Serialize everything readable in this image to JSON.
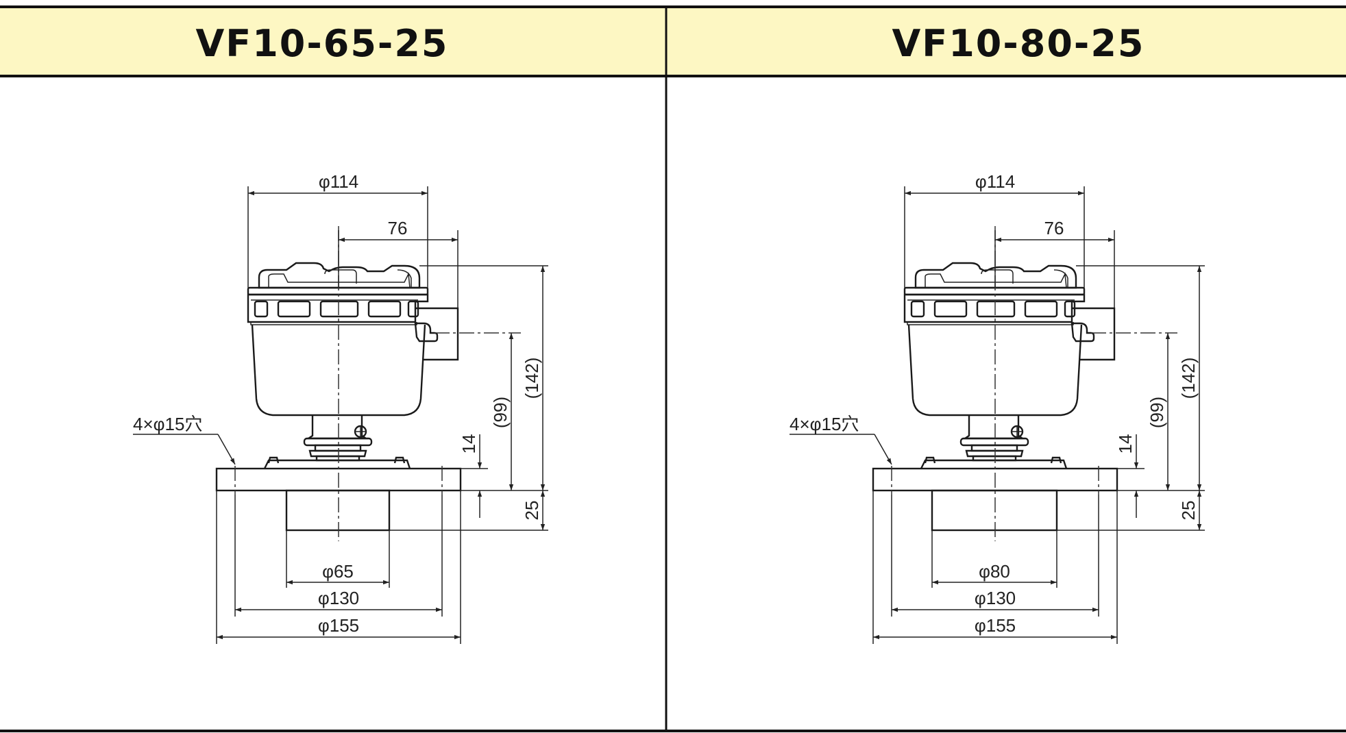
{
  "panels": [
    {
      "model": "VF10-65-25",
      "dims": {
        "head_diameter": "φ114",
        "conduit_offset": "76",
        "overall_height": "(142)",
        "conduit_height": "(99)",
        "flange_to_clamp": "14",
        "nozzle_length": "25",
        "nozzle_diameter": "φ65",
        "bolt_circle": "φ130",
        "flange_diameter": "φ155",
        "holes": "4×φ15穴"
      }
    },
    {
      "model": "VF10-80-25",
      "dims": {
        "head_diameter": "φ114",
        "conduit_offset": "76",
        "overall_height": "(142)",
        "conduit_height": "(99)",
        "flange_to_clamp": "14",
        "nozzle_length": "25",
        "nozzle_diameter": "φ80",
        "bolt_circle": "φ130",
        "flange_diameter": "φ155",
        "holes": "4×φ15穴"
      }
    }
  ],
  "colors": {
    "header_bg": "#FDF7C3",
    "line": "#1a1a1a",
    "frame": "#111111"
  }
}
